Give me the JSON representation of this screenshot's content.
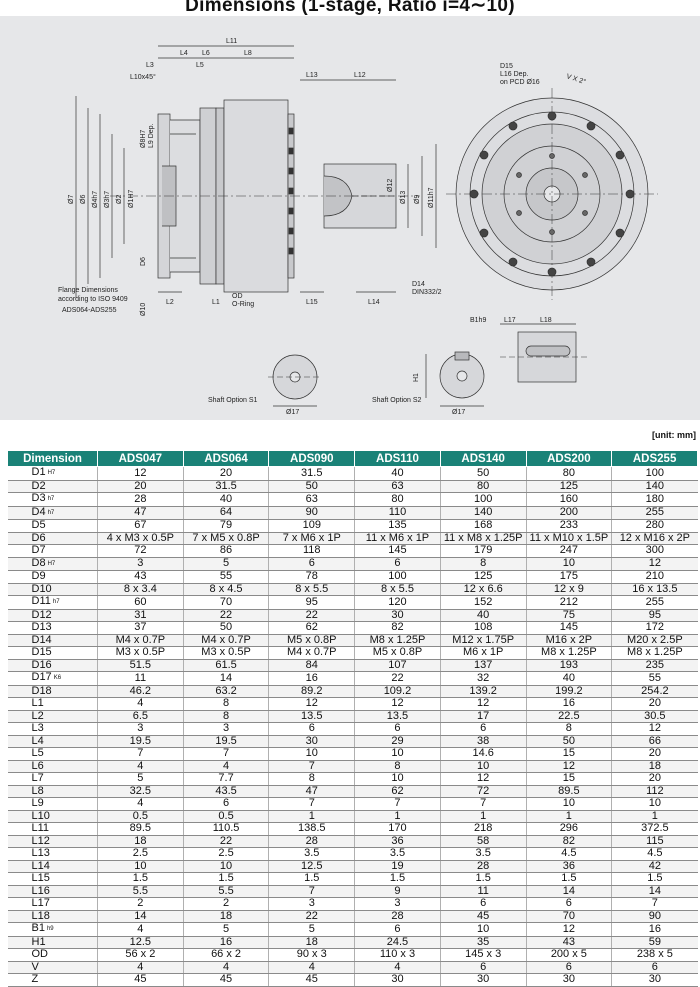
{
  "title": "Dimensions (1-stage, Ratio i=4∼10)",
  "unit": "[unit: mm]",
  "drawing": {
    "dims_top": [
      "L11",
      "L4",
      "L6",
      "L8",
      "L3",
      "L5",
      "L10x45°",
      "L13",
      "L12"
    ],
    "dims_left": [
      "Ø7",
      "Ø6",
      "Ø4h7",
      "Ø3h7",
      "Ø2",
      "Ø1H7",
      "Ø8H7",
      "L9 Dep.",
      "D6",
      "Ø10"
    ],
    "dims_right": [
      "Ø13",
      "Ø9",
      "Ø11h7",
      "Ø12"
    ],
    "dims_bottom": [
      "L2",
      "L1",
      "L15",
      "L14"
    ],
    "flange_note": [
      "Flange Dimensions",
      "according to ISO 9409",
      "ADS064-ADS255"
    ],
    "od_note": [
      "OD",
      "O-Ring"
    ],
    "d14_note": [
      "D14",
      "DIN332/2"
    ],
    "d15_note": [
      "D15",
      "L16 Dep.",
      "on PCD Ø16"
    ],
    "vx2": "V X 2°",
    "b1": "B1h9",
    "h1": "H1",
    "l17": "L17",
    "l18": "L18",
    "d17": "Ø17",
    "shaft_s1": "Shaft Option S1",
    "shaft_s2": "Shaft Option S2"
  },
  "table": {
    "headers": [
      "Dimension",
      "ADS047",
      "ADS064",
      "ADS090",
      "ADS110",
      "ADS140",
      "ADS200",
      "ADS255"
    ],
    "rows": [
      {
        "dim": "D1",
        "sub": "H7",
        "values": [
          "12",
          "20",
          "31.5",
          "40",
          "50",
          "80",
          "100"
        ]
      },
      {
        "dim": "D2",
        "sub": "",
        "values": [
          "20",
          "31.5",
          "50",
          "63",
          "80",
          "125",
          "140"
        ]
      },
      {
        "dim": "D3",
        "sub": "h7",
        "values": [
          "28",
          "40",
          "63",
          "80",
          "100",
          "160",
          "180"
        ]
      },
      {
        "dim": "D4",
        "sub": "h7",
        "values": [
          "47",
          "64",
          "90",
          "110",
          "140",
          "200",
          "255"
        ]
      },
      {
        "dim": "D5",
        "sub": "",
        "values": [
          "67",
          "79",
          "109",
          "135",
          "168",
          "233",
          "280"
        ]
      },
      {
        "dim": "D6",
        "sub": "",
        "values": [
          "4 x M3 x 0.5P",
          "7 x M5 x 0.8P",
          "7 x M6 x 1P",
          "11 x M6 x 1P",
          "11 x M8 x 1.25P",
          "11 x M10 x 1.5P",
          "12 x M16 x 2P"
        ]
      },
      {
        "dim": "D7",
        "sub": "",
        "values": [
          "72",
          "86",
          "118",
          "145",
          "179",
          "247",
          "300"
        ]
      },
      {
        "dim": "D8",
        "sub": "H7",
        "values": [
          "3",
          "5",
          "6",
          "6",
          "8",
          "10",
          "12"
        ]
      },
      {
        "dim": "D9",
        "sub": "",
        "values": [
          "43",
          "55",
          "78",
          "100",
          "125",
          "175",
          "210"
        ]
      },
      {
        "dim": "D10",
        "sub": "",
        "values": [
          "8 x 3.4",
          "8 x 4.5",
          "8 x 5.5",
          "8 x 5.5",
          "12 x 6.6",
          "12 x 9",
          "16 x 13.5"
        ]
      },
      {
        "dim": "D11",
        "sub": "h7",
        "values": [
          "60",
          "70",
          "95",
          "120",
          "152",
          "212",
          "255"
        ]
      },
      {
        "dim": "D12",
        "sub": "",
        "values": [
          "31",
          "22",
          "22",
          "30",
          "40",
          "75",
          "95"
        ]
      },
      {
        "dim": "D13",
        "sub": "",
        "values": [
          "37",
          "50",
          "62",
          "82",
          "108",
          "145",
          "172"
        ]
      },
      {
        "dim": "D14",
        "sub": "",
        "values": [
          "M4 x 0.7P",
          "M4 x 0.7P",
          "M5 x 0.8P",
          "M8 x 1.25P",
          "M12 x 1.75P",
          "M16 x 2P",
          "M20 x 2.5P"
        ]
      },
      {
        "dim": "D15",
        "sub": "",
        "values": [
          "M3 x 0.5P",
          "M3 x 0.5P",
          "M4 x 0.7P",
          "M5 x 0.8P",
          "M6 x 1P",
          "M8 x 1.25P",
          "M8 x 1.25P"
        ]
      },
      {
        "dim": "D16",
        "sub": "",
        "values": [
          "51.5",
          "61.5",
          "84",
          "107",
          "137",
          "193",
          "235"
        ]
      },
      {
        "dim": "D17",
        "sub": "K6",
        "values": [
          "11",
          "14",
          "16",
          "22",
          "32",
          "40",
          "55"
        ]
      },
      {
        "dim": "D18",
        "sub": "",
        "values": [
          "46.2",
          "63.2",
          "89.2",
          "109.2",
          "139.2",
          "199.2",
          "254.2"
        ]
      },
      {
        "dim": "L1",
        "sub": "",
        "values": [
          "4",
          "8",
          "12",
          "12",
          "12",
          "16",
          "20"
        ]
      },
      {
        "dim": "L2",
        "sub": "",
        "values": [
          "6.5",
          "8",
          "13.5",
          "13.5",
          "17",
          "22.5",
          "30.5"
        ]
      },
      {
        "dim": "L3",
        "sub": "",
        "values": [
          "3",
          "3",
          "6",
          "6",
          "6",
          "8",
          "12"
        ]
      },
      {
        "dim": "L4",
        "sub": "",
        "values": [
          "19.5",
          "19.5",
          "30",
          "29",
          "38",
          "50",
          "66"
        ]
      },
      {
        "dim": "L5",
        "sub": "",
        "values": [
          "7",
          "7",
          "10",
          "10",
          "14.6",
          "15",
          "20"
        ]
      },
      {
        "dim": "L6",
        "sub": "",
        "values": [
          "4",
          "4",
          "7",
          "8",
          "10",
          "12",
          "18"
        ]
      },
      {
        "dim": "L7",
        "sub": "",
        "values": [
          "5",
          "7.7",
          "8",
          "10",
          "12",
          "15",
          "20"
        ]
      },
      {
        "dim": "L8",
        "sub": "",
        "values": [
          "32.5",
          "43.5",
          "47",
          "62",
          "72",
          "89.5",
          "112"
        ]
      },
      {
        "dim": "L9",
        "sub": "",
        "values": [
          "4",
          "6",
          "7",
          "7",
          "7",
          "10",
          "10"
        ]
      },
      {
        "dim": "L10",
        "sub": "",
        "values": [
          "0.5",
          "0.5",
          "1",
          "1",
          "1",
          "1",
          "1"
        ]
      },
      {
        "dim": "L11",
        "sub": "",
        "values": [
          "89.5",
          "110.5",
          "138.5",
          "170",
          "218",
          "296",
          "372.5"
        ]
      },
      {
        "dim": "L12",
        "sub": "",
        "values": [
          "18",
          "22",
          "28",
          "36",
          "58",
          "82",
          "115"
        ]
      },
      {
        "dim": "L13",
        "sub": "",
        "values": [
          "2.5",
          "2.5",
          "3.5",
          "3.5",
          "3.5",
          "4.5",
          "4.5"
        ]
      },
      {
        "dim": "L14",
        "sub": "",
        "values": [
          "10",
          "10",
          "12.5",
          "19",
          "28",
          "36",
          "42"
        ]
      },
      {
        "dim": "L15",
        "sub": "",
        "values": [
          "1.5",
          "1.5",
          "1.5",
          "1.5",
          "1.5",
          "1.5",
          "1.5"
        ]
      },
      {
        "dim": "L16",
        "sub": "",
        "values": [
          "5.5",
          "5.5",
          "7",
          "9",
          "11",
          "14",
          "14"
        ]
      },
      {
        "dim": "L17",
        "sub": "",
        "values": [
          "2",
          "2",
          "3",
          "3",
          "6",
          "6",
          "7"
        ]
      },
      {
        "dim": "L18",
        "sub": "",
        "values": [
          "14",
          "18",
          "22",
          "28",
          "45",
          "70",
          "90"
        ]
      },
      {
        "dim": "B1",
        "sub": "h9",
        "values": [
          "4",
          "5",
          "5",
          "6",
          "10",
          "12",
          "16"
        ]
      },
      {
        "dim": "H1",
        "sub": "",
        "values": [
          "12.5",
          "16",
          "18",
          "24.5",
          "35",
          "43",
          "59"
        ]
      },
      {
        "dim": "OD",
        "sub": "",
        "values": [
          "56 x 2",
          "66 x 2",
          "90 x 3",
          "110 x 3",
          "145 x 3",
          "200 x 5",
          "238 x 5"
        ]
      },
      {
        "dim": "V",
        "sub": "",
        "values": [
          "4",
          "4",
          "4",
          "4",
          "6",
          "6",
          "6"
        ]
      },
      {
        "dim": "Z",
        "sub": "",
        "values": [
          "45",
          "45",
          "45",
          "30",
          "30",
          "30",
          "30"
        ]
      }
    ]
  }
}
